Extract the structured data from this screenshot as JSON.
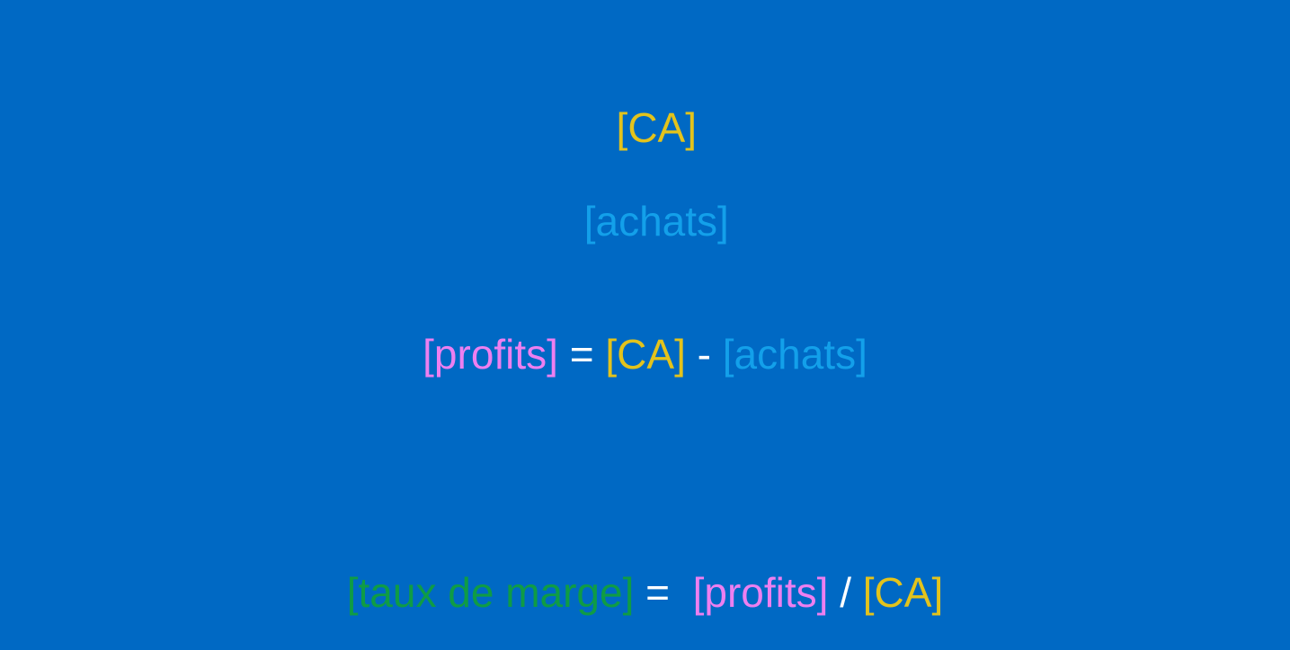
{
  "colors": {
    "background": "#0069c4",
    "ca": "#e3c31c",
    "achats": "#13a0ea",
    "profits": "#ed7ff0",
    "taux_de_marge": "#0f9c45",
    "operator": "#ffffff"
  },
  "line1": {
    "ca": "[CA]"
  },
  "line2": {
    "achats": "[achats]"
  },
  "line3": {
    "profits": "[profits]",
    "eq": " = ",
    "ca": "[CA]",
    "minus": " - ",
    "achats": "[achats]"
  },
  "line4": {
    "taux": "[taux de marge]",
    "eq": " =  ",
    "profits": "[profits]",
    "div": " / ",
    "ca": "[CA]"
  }
}
